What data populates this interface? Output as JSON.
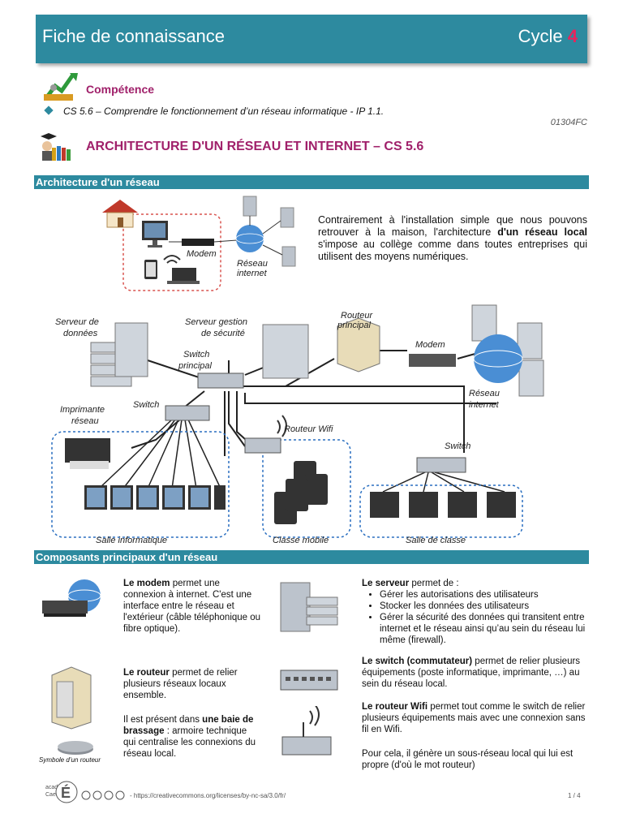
{
  "header": {
    "title": "Fiche de connaissance",
    "cycle_label": "Cycle",
    "cycle_number": "4"
  },
  "competence": {
    "title": "Compétence",
    "item": "CS 5.6 – Comprendre le fonctionnement d’un réseau informatique - IP 1.1.",
    "code": "01304FC"
  },
  "main_title": "ARCHITECTURE D'UN RÉSEAU ET INTERNET – CS 5.6",
  "section1": {
    "title": "Architecture d'un réseau",
    "home_labels": {
      "modem": "Modem",
      "reseau": "Réseau",
      "internet": "internet"
    },
    "paragraph_a": "Contrairement à l'installation simple que nous pouvons retrouver à la maison, l'architecture ",
    "paragraph_b": "d'un réseau local",
    "paragraph_c": " s'impose au collège comme dans toutes entreprises qui utilisent des moyens numériques.",
    "diagram_labels": {
      "serveur_donnees_1": "Serveur de",
      "serveur_donnees_2": "données",
      "serveur_securite_1": "Serveur gestion",
      "serveur_securite_2": "de sécurité",
      "routeur_principal_1": "Routeur",
      "routeur_principal_2": "principal",
      "switch_principal_1": "Switch",
      "switch_principal_2": "principal",
      "modem": "Modem",
      "reseau_internet_1": "Réseau",
      "reseau_internet_2": "internet",
      "switch1": "Switch",
      "imprimante_1": "Imprimante",
      "imprimante_2": "réseau",
      "routeur_wifi": "Routeur Wifi",
      "switch2": "Switch",
      "salle_info": "Salle informatique",
      "classe_mobile": "Classe mobile",
      "salle_classe": "Salle de classe"
    }
  },
  "section2": {
    "title": "Composants principaux d'un réseau",
    "modem": {
      "bold": "Le modem",
      "text": " permet une connexion à internet. C'est une interface entre le réseau et l'extérieur (câble téléphonique ou fibre optique)."
    },
    "routeur": {
      "bold": "Le routeur",
      "text": " permet de relier plusieurs réseaux locaux ensemble."
    },
    "baie": {
      "pre": "Il est présent dans ",
      "bold": "une baie de brassage",
      "text": " : armoire technique qui centralise les connexions du réseau local."
    },
    "symbole": "Symbole d’un routeur",
    "serveur": {
      "bold": "Le serveur",
      "text": "  permet de :",
      "items": [
        "Gérer les autorisations des utilisateurs",
        "Stocker les données des utilisateurs",
        "Gérer la sécurité des données qui transitent entre internet et le réseau ainsi qu’au sein du réseau lui même (firewall)."
      ]
    },
    "switch": {
      "bold": "Le switch (commutateur)",
      "text": " permet de relier plusieurs équipements (poste informatique, imprimante, …) au sein du réseau local."
    },
    "wifi": {
      "bold": "Le routeur Wifi",
      "text": " permet tout comme le switch de relier plusieurs équipements mais avec une connexion sans fil en Wifi."
    },
    "wifi2": "Pour cela, il génère un sous-réseau local qui lui est propre (d'où le mot routeur)"
  },
  "footer": {
    "academie": "académie",
    "ville": "Caen",
    "license": "- https://creativecommons.org/licenses/by-nc-sa/3.0/fr/",
    "page": "1 / 4"
  }
}
